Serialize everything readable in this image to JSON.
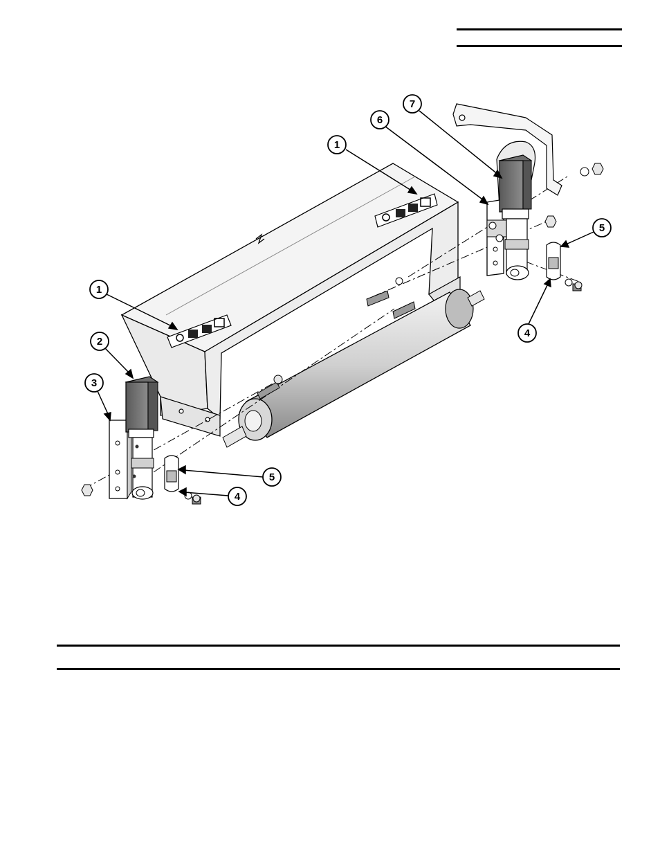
{
  "callouts": [
    {
      "id": "c1a",
      "label": "1"
    },
    {
      "id": "c1b",
      "label": "1"
    },
    {
      "id": "c2",
      "label": "2"
    },
    {
      "id": "c3",
      "label": "3"
    },
    {
      "id": "c4a",
      "label": "4"
    },
    {
      "id": "c4b",
      "label": "4"
    },
    {
      "id": "c5a",
      "label": "5"
    },
    {
      "id": "c5b",
      "label": "5"
    },
    {
      "id": "c6",
      "label": "6"
    },
    {
      "id": "c7",
      "label": "7"
    }
  ],
  "colors": {
    "ink": "#000000",
    "light_gray": "#e6e6e6",
    "mid_gray": "#bdbdbd",
    "dark_gray": "#6e6e6e"
  }
}
